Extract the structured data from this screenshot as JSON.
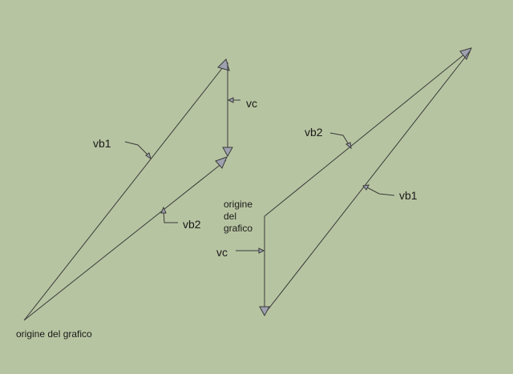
{
  "background_color": "#b7c4a1",
  "line_color": "#3a3a3a",
  "arrowhead_color": "#9ea2b0",
  "left_diagram": {
    "vb1_label": "vb1",
    "vb2_label": "vb2",
    "vc_label": "vc",
    "origin_label": "origine del grafico"
  },
  "right_diagram": {
    "vb1_label": "vb1",
    "vb2_label": "vb2",
    "vc_label": "vc",
    "origin_label_lines": [
      "origine",
      "del",
      "grafico"
    ]
  }
}
